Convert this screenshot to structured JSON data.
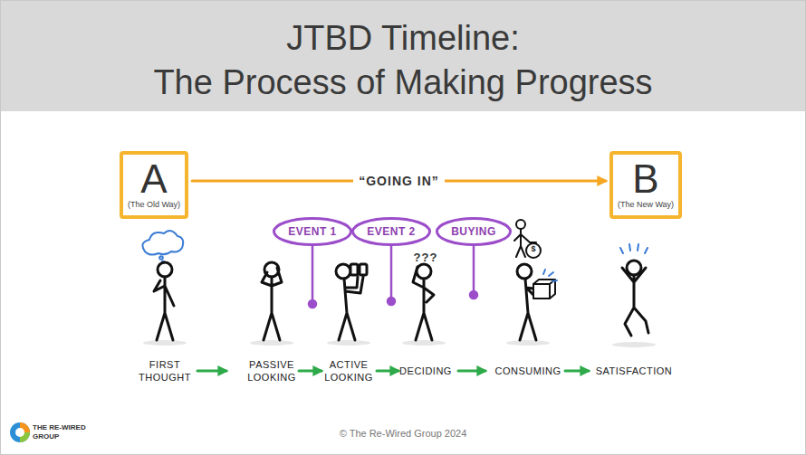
{
  "diagram": {
    "title": "JTBD Timeline: The Process of Making Progress",
    "nodes": [
      {
        "text": [
          "A",
          "(The Old Way)"
        ]
      },
      {
        "text": [
          "B",
          "(The New Way)"
        ]
      },
      {
        "text": [
          "EVENT 1"
        ]
      },
      {
        "text": [
          "EVENT 2"
        ]
      },
      {
        "text": [
          "BUYING"
        ]
      }
    ],
    "edges": [
      {
        "from": 0,
        "to": 1,
        "arrow": "to",
        "label": "“GOING IN”"
      }
    ],
    "labels": [
      "FIRST THOUGHT",
      "PASSIVE LOOKING",
      "ACTIVE LOOKING",
      "DECIDING",
      "CONSUMING",
      "SATISFACTION",
      "???",
      "$",
      "© The Re-Wired Group 2024",
      "THE RE-WIRED GROUP"
    ]
  }
}
